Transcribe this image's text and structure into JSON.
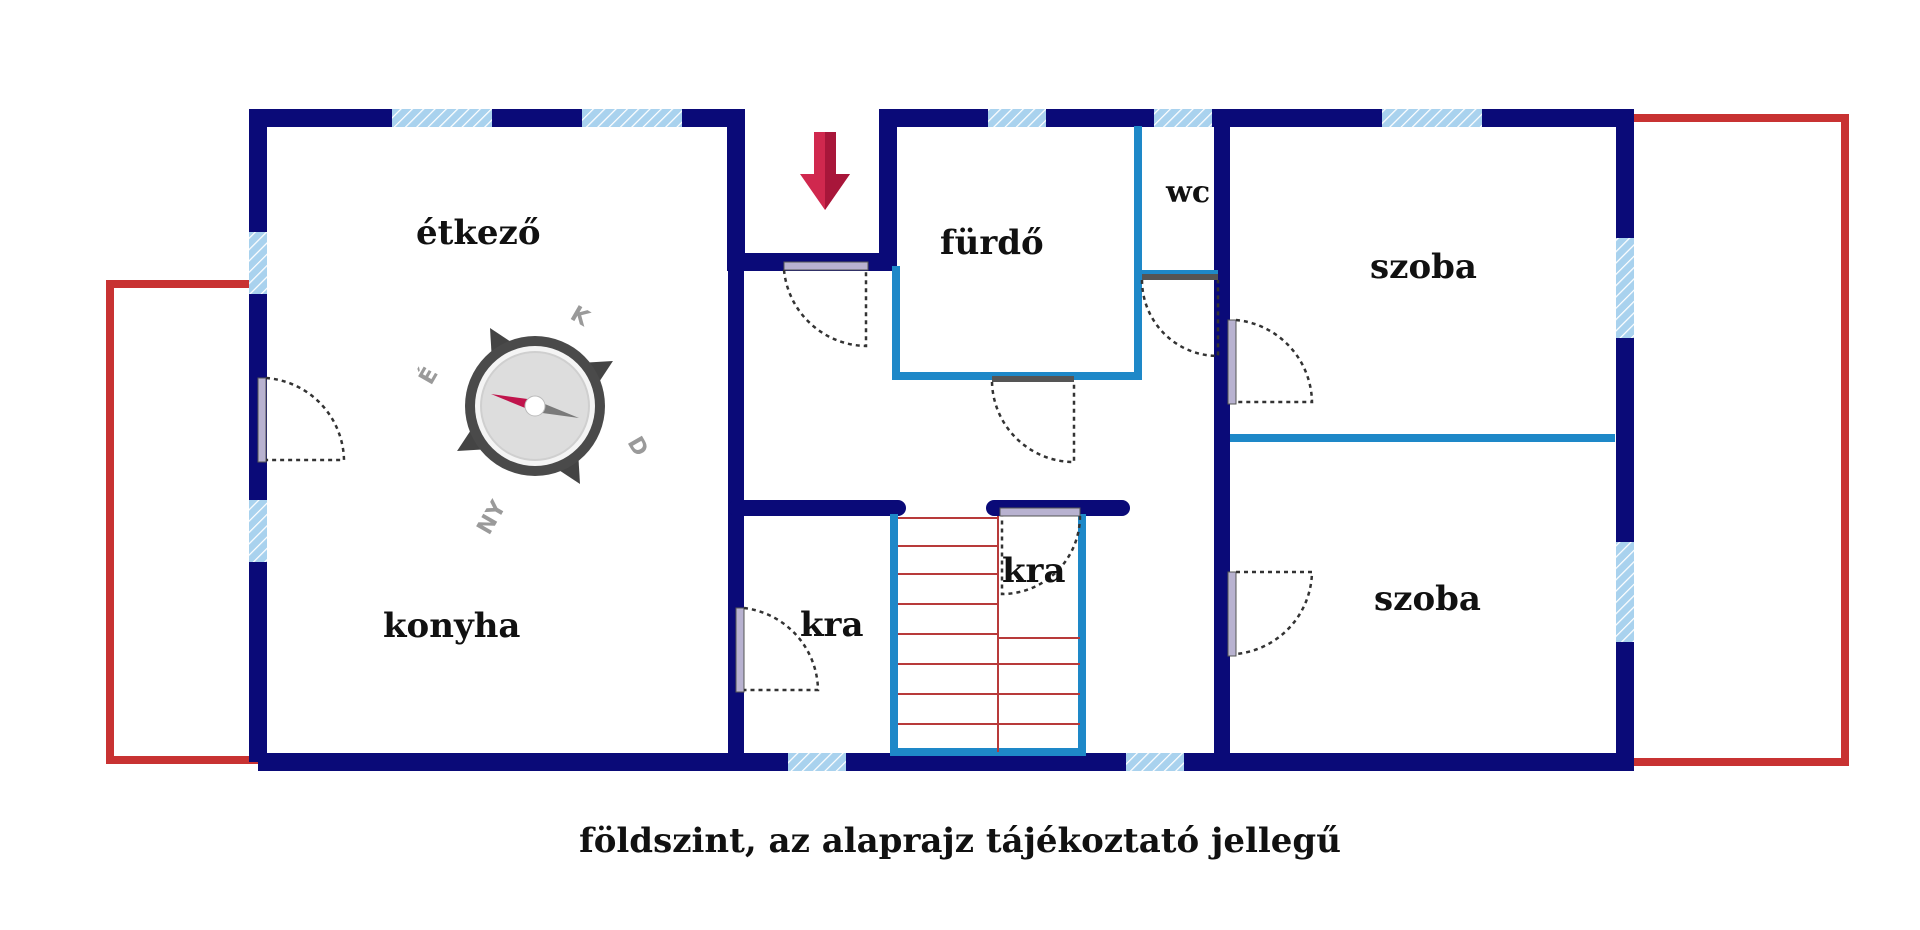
{
  "rooms": {
    "etkezo": "étkező",
    "konyha": "konyha",
    "furdo": "fürdő",
    "wc": "wc",
    "kra_left": "kra",
    "kra_right": "kra",
    "szoba_top": "szoba",
    "szoba_bottom": "szoba"
  },
  "compass": {
    "north": "K",
    "west": "É",
    "east": "D",
    "south": "NY"
  },
  "caption": "földszint, az alaprajz tájékoztató jellegű",
  "icons": {
    "entrance": "entrance-arrow-icon",
    "compass": "compass-icon"
  },
  "colors": {
    "outer_wall": "#0a0a78",
    "inner_wall": "#1e88c8",
    "terrace": "#c83232",
    "window": "#9ecae8",
    "stairs": "#b83a3a",
    "entrance_arrow": "#d0284e"
  }
}
